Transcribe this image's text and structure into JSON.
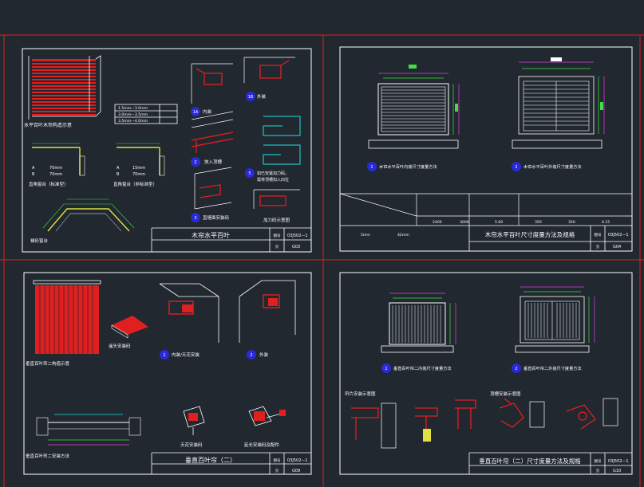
{
  "colors": {
    "background": "#212830",
    "frame": "#e02020",
    "outline": "#ffffff",
    "cyan": "#20e0e0",
    "magenta": "#e040e0",
    "green": "#40e040",
    "yellow": "#e0e040",
    "blue": "#2a2ad8",
    "red": "#e02020"
  },
  "sheet1": {
    "title": "木帘水平百叶",
    "tb_tag": "图号",
    "tb_code": "03J502—1",
    "tb_page_tag": "页",
    "tb_page": "G03",
    "view_main": "水平百叶木帘构造示意",
    "legend_rows": [
      "1.5mm—3.0mm",
      "3.0mm—3.5mm",
      "3.5mm—4.0mm"
    ],
    "ha_a_label": "A",
    "ha_a_value": "70mm",
    "ha_b_label": "B",
    "ha_b_value": "70mm",
    "hb_a_label": "A",
    "hb_a_value": "15mm",
    "hb_b_label": "B",
    "hb_b_value": "70mm",
    "view_ha": "直角窗台（标准型）",
    "view_hb": "直角窗台（非标准型）",
    "view_bay": "梯形窗台",
    "d1_num": "1A",
    "d1_label": "内装",
    "d2_num": "1B",
    "d2_label": "外装",
    "d3_num": "2",
    "d3_label": "放入顶槽",
    "d4_num": "3",
    "d4_label": "直墙面安装码",
    "d5_num": "5",
    "d5_label_a": "如已安装加力码，",
    "d5_label_b": "需将顶槽扣入凹位",
    "d6_label": "加力码示意图"
  },
  "sheet2": {
    "title": "木帘水平百叶尺寸度量方法及规格",
    "tb_code": "03J502—1",
    "tb_tag": "图号",
    "tb_page_tag": "页",
    "tb_page": "G04",
    "cap1_num": "1",
    "cap1": "木帘水平百叶内装尺寸度量方法",
    "cap2_num": "2",
    "cap2": "木帘水平百叶外装尺寸度量方法",
    "table_values": [
      "2400",
      "3000",
      "5.00",
      "350",
      "350",
      "0.15"
    ],
    "row_a": "5mm",
    "row_b": "42mm"
  },
  "sheet3": {
    "title": "垂直百叶帘（二）",
    "tb_code": "03J502—1",
    "tb_tag": "图号",
    "tb_page_tag": "页",
    "tb_page": "G09",
    "view_main": "垂直百叶帘二构造示意",
    "view_section": "垂直百叶帘二安装方法",
    "lbl_clip": "遥头安装码",
    "d1_num": "1",
    "d1_label": "内装/天花安装",
    "d2_num": "2",
    "d2_label": "外装",
    "lbl_ceiling": "天花安装码",
    "lbl_ext": "延长安装码及配件"
  },
  "sheet4": {
    "title": "垂直百叶帘（二）尺寸度量方法及规格",
    "tb_code": "03J502—1",
    "tb_tag": "图号",
    "tb_page_tag": "页",
    "tb_page": "G10",
    "cap1_num": "1",
    "cap1": "垂直百叶帘二内装尺寸度量方法",
    "cap2_num": "2",
    "cap2": "垂直百叶帘二外装尺寸度量方法",
    "lbl_left": "帘片安装示意图",
    "lbl_right": "顶槽安装示意图"
  }
}
